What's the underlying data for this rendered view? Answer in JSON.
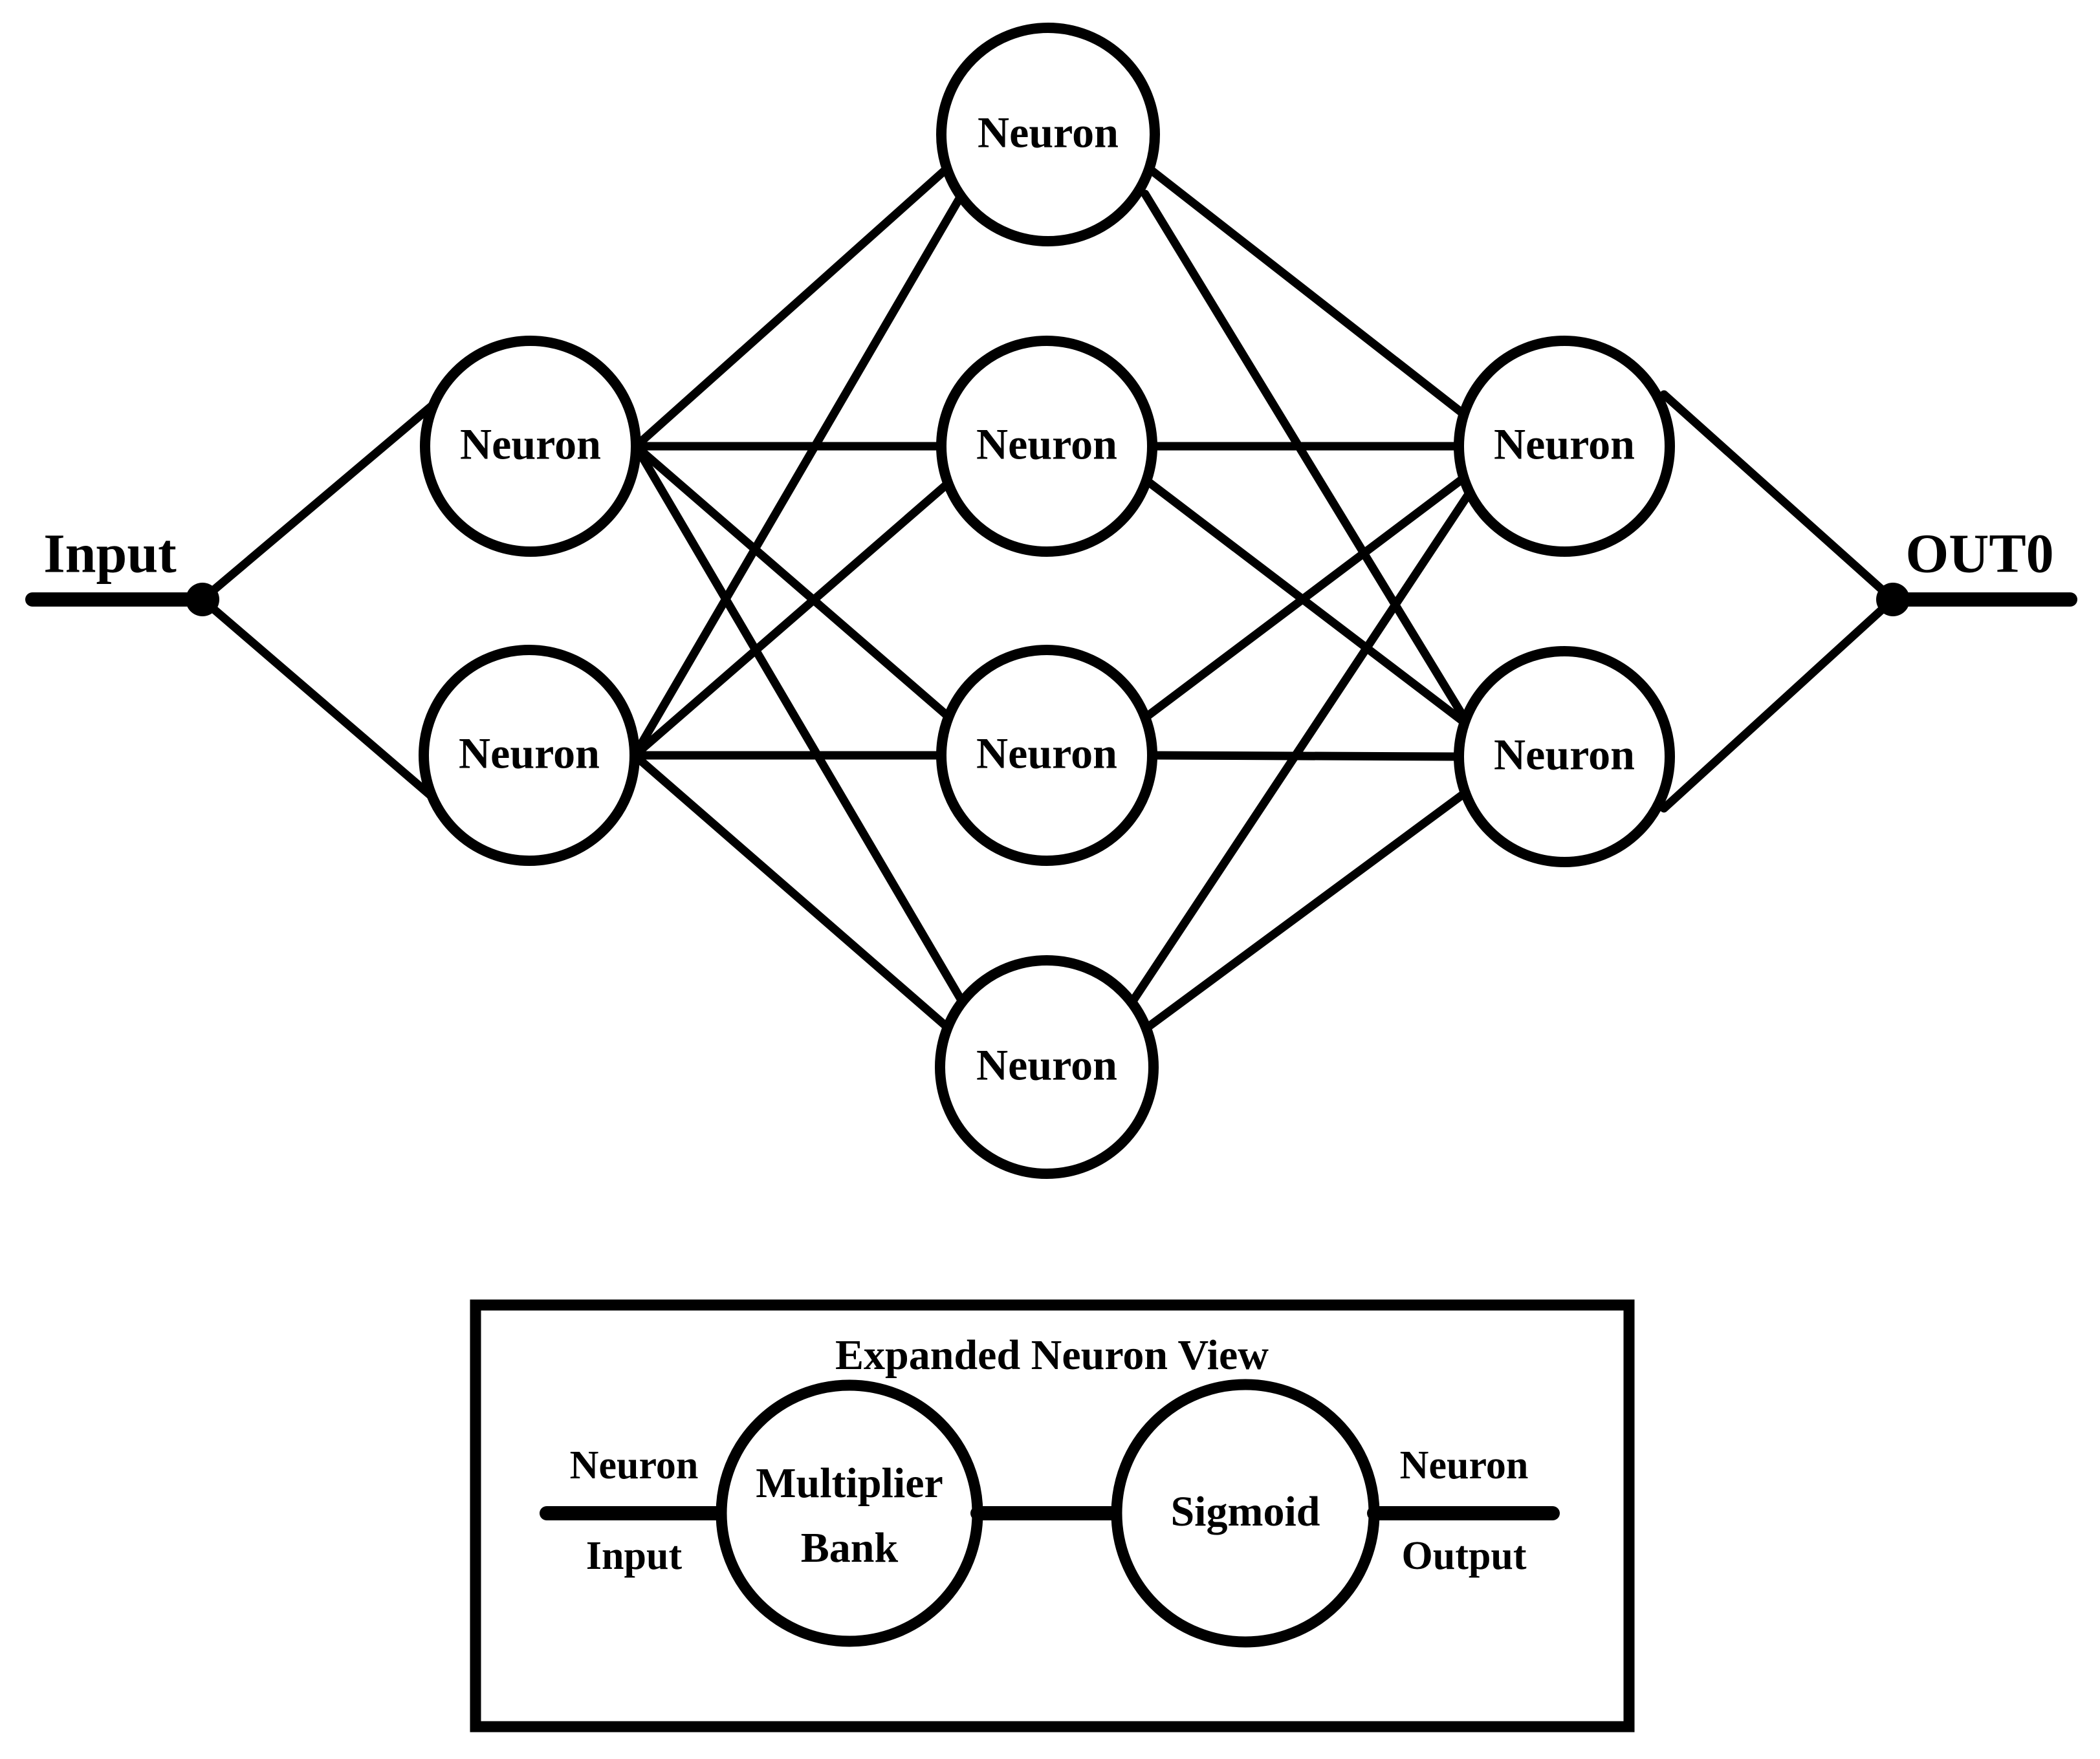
{
  "diagram": {
    "title_hidden": "",
    "io": {
      "input_label": "Input",
      "output_label": "OUT0"
    },
    "neuron_label": "Neuron",
    "layers": [
      {
        "name": "input-layer",
        "nodes": [
          {
            "label": "Neuron"
          },
          {
            "label": "Neuron"
          }
        ]
      },
      {
        "name": "hidden-layer",
        "nodes": [
          {
            "label": "Neuron"
          },
          {
            "label": "Neuron"
          },
          {
            "label": "Neuron"
          },
          {
            "label": "Neuron"
          }
        ]
      },
      {
        "name": "output-layer",
        "nodes": [
          {
            "label": "Neuron"
          },
          {
            "label": "Neuron"
          }
        ]
      }
    ],
    "connectivity": {
      "input_to_hidden": "fully-connected",
      "hidden_to_output": "fully-connected",
      "input_fanout_count": 2,
      "output_fanin_count": 2
    },
    "colors": {
      "stroke": "#000000",
      "fill": "#ffffff",
      "background": "#ffffff"
    }
  },
  "expanded_panel": {
    "title": "Expanded Neuron View",
    "input_port": {
      "line1": "Neuron",
      "line2": "Input"
    },
    "output_port": {
      "line1": "Neuron",
      "line2": "Output"
    },
    "blocks": [
      {
        "name": "multiplier-bank",
        "line1": "Multiplier",
        "line2": "Bank"
      },
      {
        "name": "sigmoid",
        "line1": "Sigmoid",
        "line2": ""
      }
    ]
  }
}
